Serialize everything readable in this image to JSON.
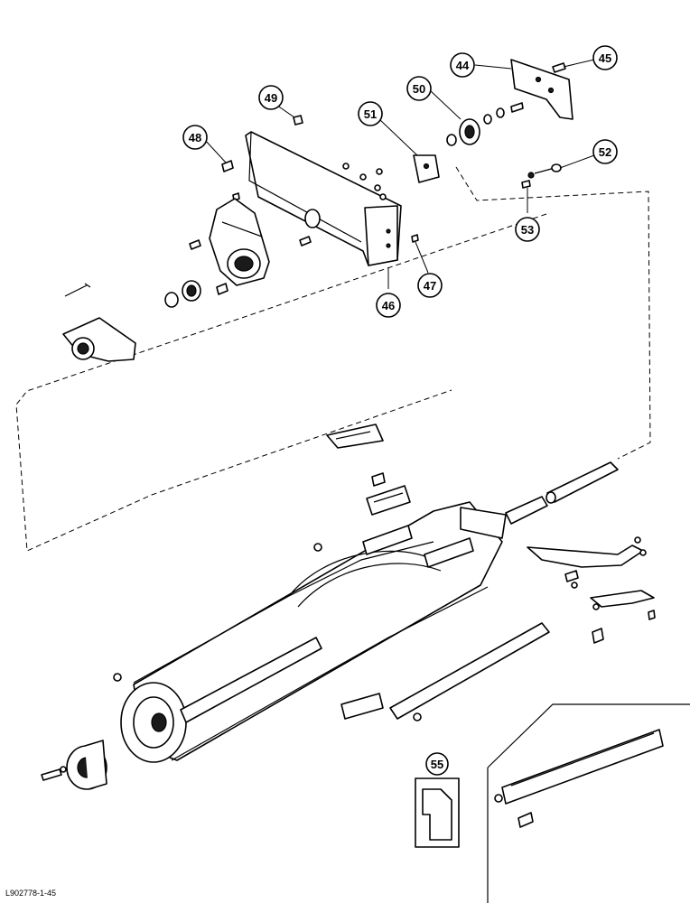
{
  "callouts": {
    "c44": "44",
    "c45": "45",
    "c46": "46",
    "c47": "47",
    "c48": "48",
    "c49": "49",
    "c50": "50",
    "c51": "51",
    "c52": "52",
    "c53": "53",
    "c55": "55"
  },
  "footer": {
    "drawing_code": "L902778-1-45"
  }
}
